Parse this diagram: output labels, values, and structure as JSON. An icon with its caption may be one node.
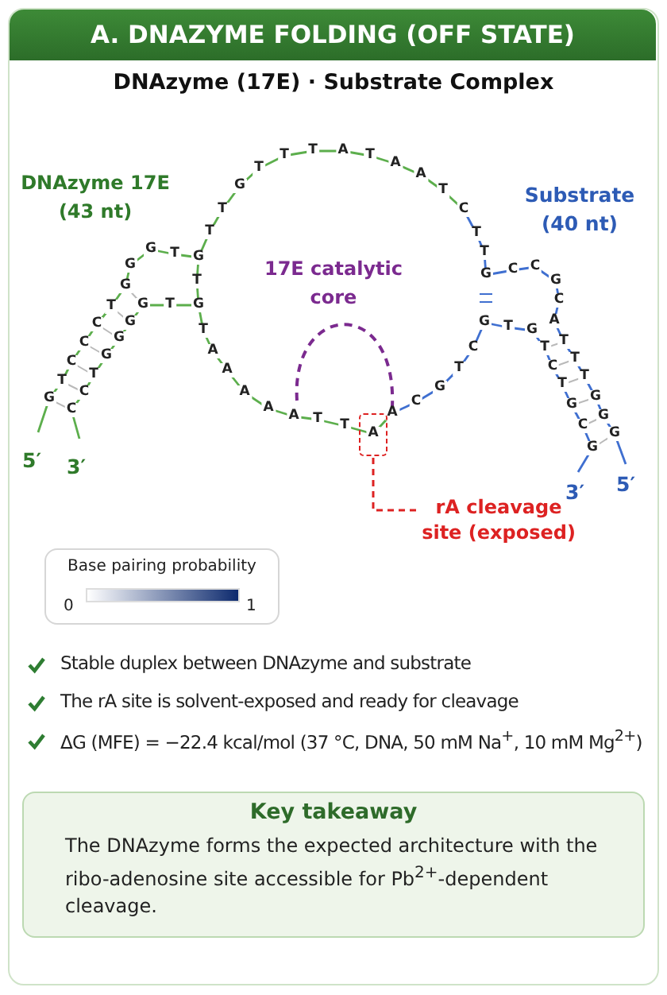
{
  "diagram": {
    "title": "A. DNAZYME FOLDING (OFF STATE)",
    "nodes": [
      {
        "text": [
          "rA cleavage site (exposed)"
        ]
      },
      {
        "text": [],
        "shape": "box"
      },
      {
        "text": [
          "Base pairing probability",
          "0",
          "1"
        ]
      },
      {
        "text": [
          "Key takeaway",
          "The DNAzyme forms the expected architecture with the ribo-adenosine site accessible for Pb$^{2+}$-dependent cleavage."
        ]
      }
    ],
    "edges": [
      {
        "from": 0,
        "to": 1,
        "arrow": "none",
        "style": "dashed",
        "color": "#dd2222"
      }
    ],
    "labels": [
      "DNAzyme (17E) · Substrate Complex",
      "DNAzyme 17E (43 nt)",
      "Substrate (40 nt)",
      "17E catalytic core",
      "G",
      "T",
      "C",
      "C",
      "C",
      "T",
      "G",
      "G",
      "G",
      "T",
      "G",
      "T",
      "T",
      "G",
      "T",
      "T",
      "T",
      "A",
      "T",
      "A",
      "A",
      "T",
      "C",
      "T",
      "T",
      "G",
      "C",
      "C",
      "G",
      "C",
      "A",
      "T",
      "T",
      "T",
      "G",
      "G",
      "G",
      "G",
      "C",
      "G",
      "T",
      "C",
      "T",
      "G",
      "T",
      "G",
      "C",
      "T",
      "G",
      "C",
      "A",
      "A",
      "T",
      "T",
      "A",
      "A",
      "A",
      "A",
      "A",
      "T",
      "G",
      "T",
      "G",
      "G",
      "G",
      "G",
      "T",
      "C",
      "C",
      "T",
      "5′",
      "3′",
      "3′",
      "5′",
      "Stable duplex between DNAzyme and substrate",
      "The rA site is solvent-exposed and ready for cleavage",
      "ΔG (MFE) = −22.4 kcal/mol (37 °C, DNA, 50 mM Na$^{+}$, 10 mM Mg$^{2+}$)"
    ]
  }
}
